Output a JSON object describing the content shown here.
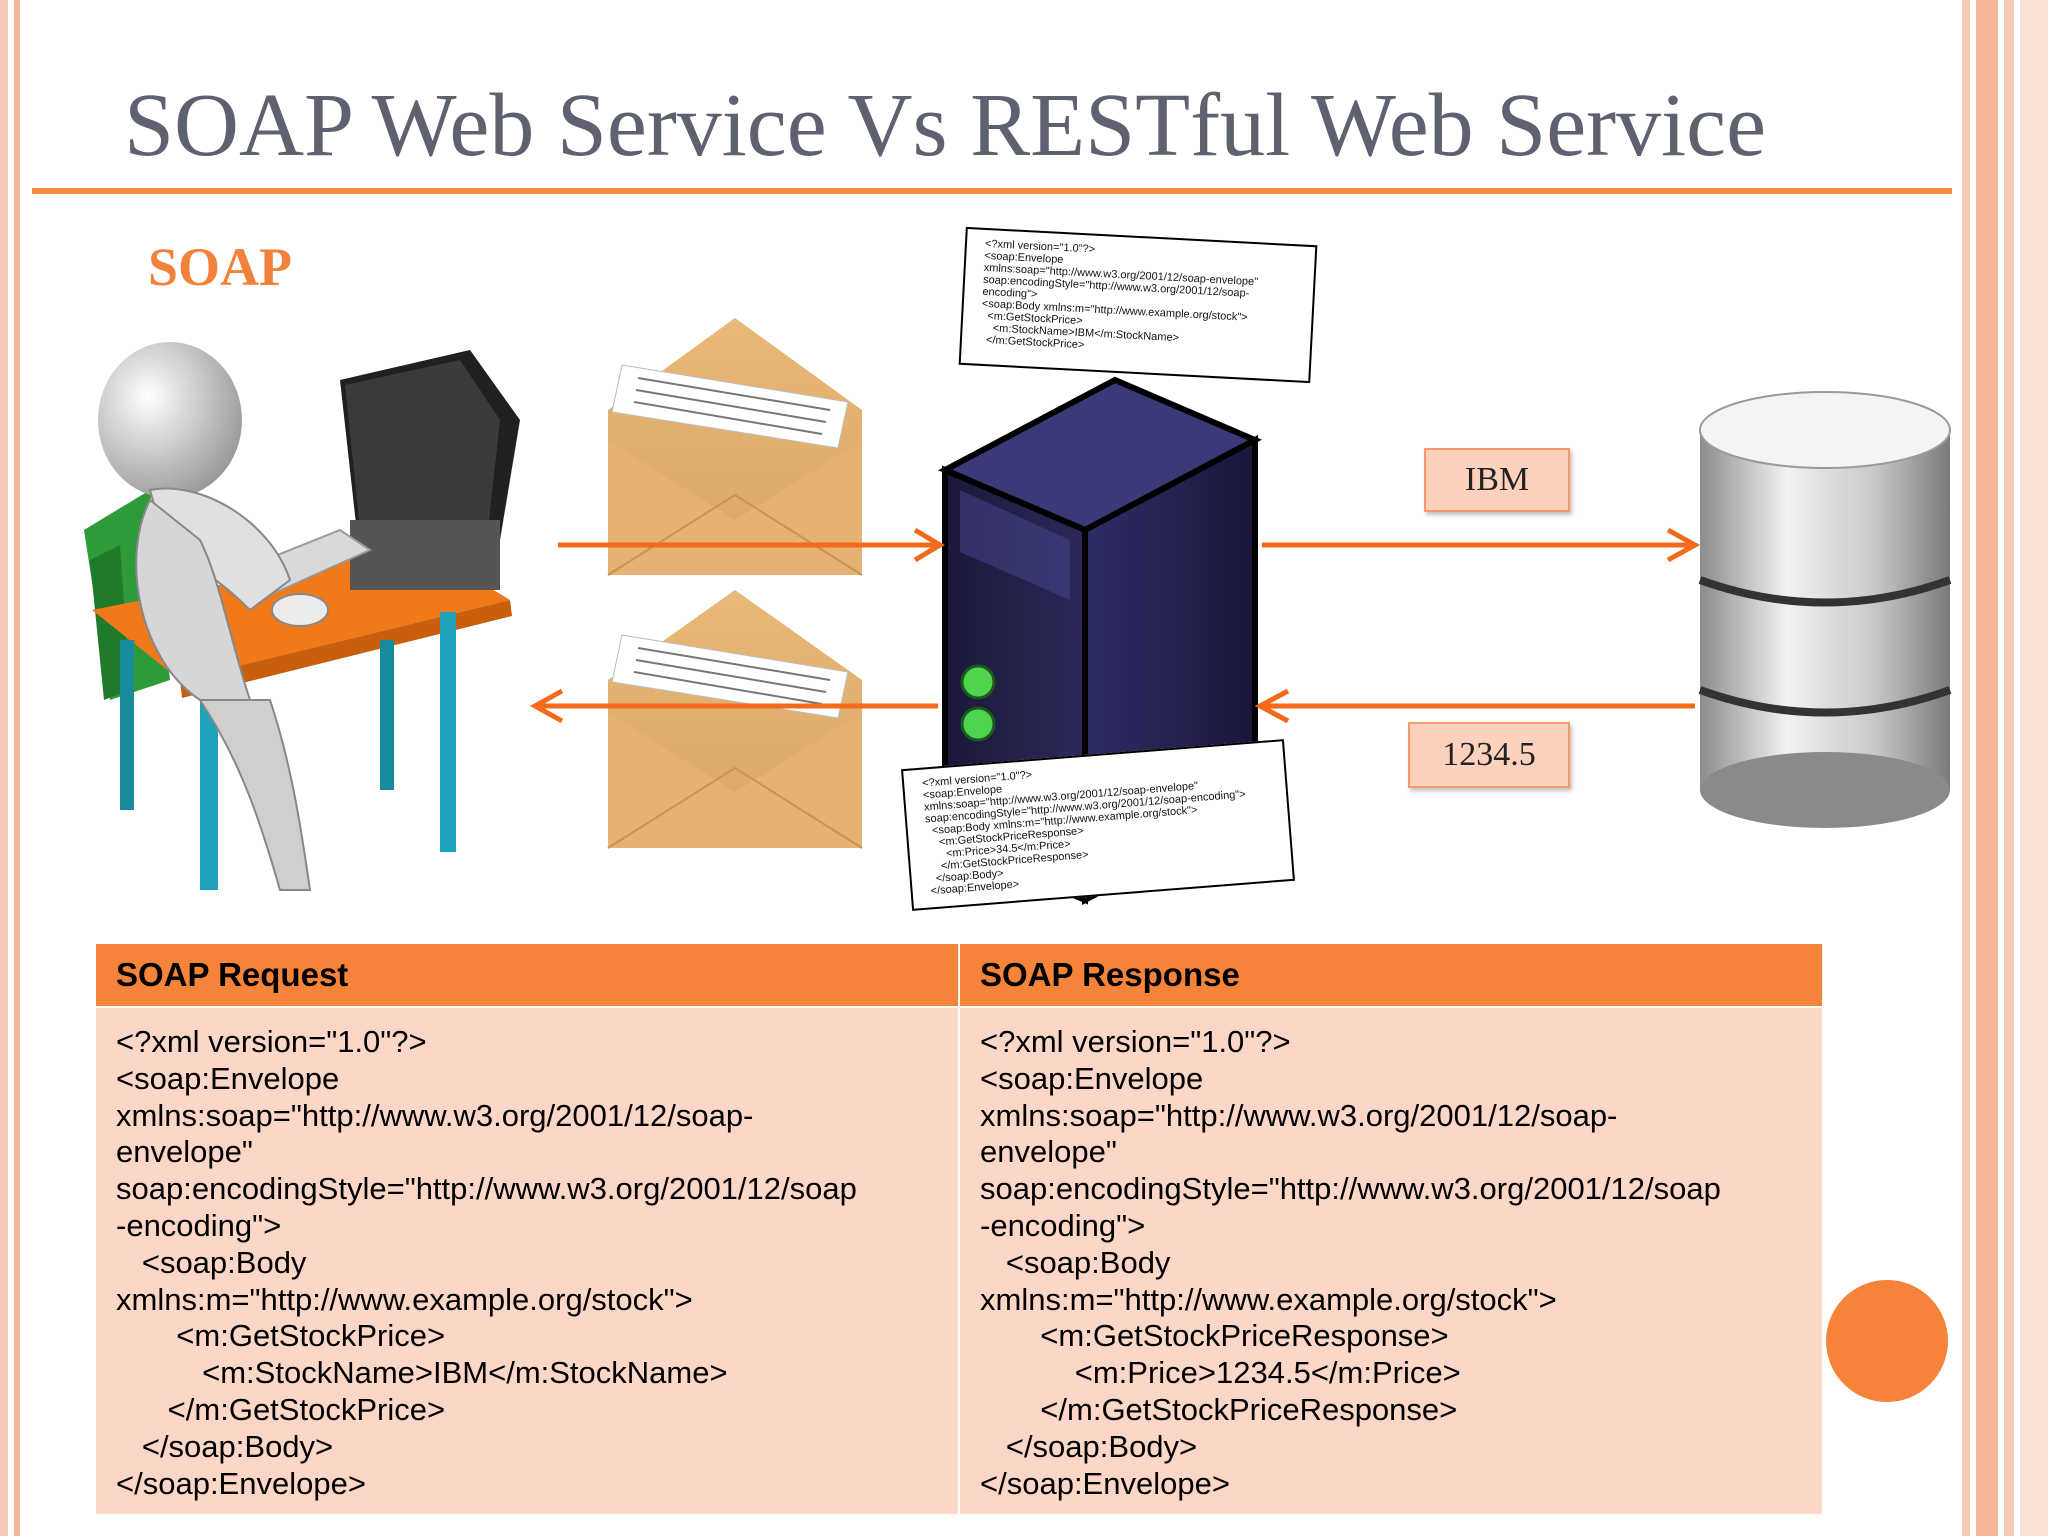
{
  "slide": {
    "title": "SOAP Web Service Vs RESTful Web Service",
    "subtitle": "SOAP",
    "colors": {
      "accent": "#f5833a",
      "title_text": "#5e6270",
      "table_body": "#fcd7c8",
      "label_fill": "#fcd1bd"
    }
  },
  "diagram": {
    "request_label": "IBM",
    "response_label": "1234.5",
    "request_doc_lines": [
      "<?xml version=\"1.0\"?>",
      "<soap:Envelope",
      "xmlns:soap=\"http://www.w3.org/2001/12/soap-envelope\"",
      "soap:encodingStyle=\"http://www.w3.org/2001/12/soap-",
      "encoding\">",
      "<soap:Body xmlns:m=\"http://www.example.org/stock\">",
      "  <m:GetStockPrice>",
      "    <m:StockName>IBM</m:StockName>",
      "  </m:GetStockPrice>"
    ],
    "response_doc_lines": [
      "<?xml version=\"1.0\"?>",
      "<soap:Envelope",
      "xmlns:soap=\"http://www.w3.org/2001/12/soap-envelope\"",
      "soap:encodingStyle=\"http://www.w3.org/2001/12/soap-encoding\">",
      "  <soap:Body xmlns:m=\"http://www.example.org/stock\">",
      "    <m:GetStockPriceResponse>",
      "      <m:Price>34.5</m:Price>",
      "    </m:GetStockPriceResponse>",
      "  </soap:Body>",
      "</soap:Envelope>"
    ],
    "icons": [
      "person-at-computer-icon",
      "envelope-icon",
      "server-icon",
      "database-icon",
      "arrow-icon"
    ]
  },
  "table": {
    "headers": [
      "SOAP Request",
      "SOAP Response"
    ],
    "request_lines": [
      "<?xml version=\"1.0\"?>",
      "<soap:Envelope",
      "xmlns:soap=\"http://www.w3.org/2001/12/soap-",
      "envelope\"",
      "soap:encodingStyle=\"http://www.w3.org/2001/12/soap",
      "-encoding\">",
      "   <soap:Body",
      "xmlns:m=\"http://www.example.org/stock\">",
      "       <m:GetStockPrice>",
      "          <m:StockName>IBM</m:StockName>",
      "      </m:GetStockPrice>",
      "   </soap:Body>",
      "</soap:Envelope>"
    ],
    "response_lines": [
      "<?xml version=\"1.0\"?>",
      "<soap:Envelope",
      "xmlns:soap=\"http://www.w3.org/2001/12/soap-",
      "envelope\"",
      "soap:encodingStyle=\"http://www.w3.org/2001/12/soap",
      "-encoding\">",
      "   <soap:Body",
      "xmlns:m=\"http://www.example.org/stock\">",
      "       <m:GetStockPriceResponse>",
      "           <m:Price>1234.5</m:Price>",
      "       </m:GetStockPriceResponse>",
      "   </soap:Body>",
      "</soap:Envelope>"
    ]
  }
}
